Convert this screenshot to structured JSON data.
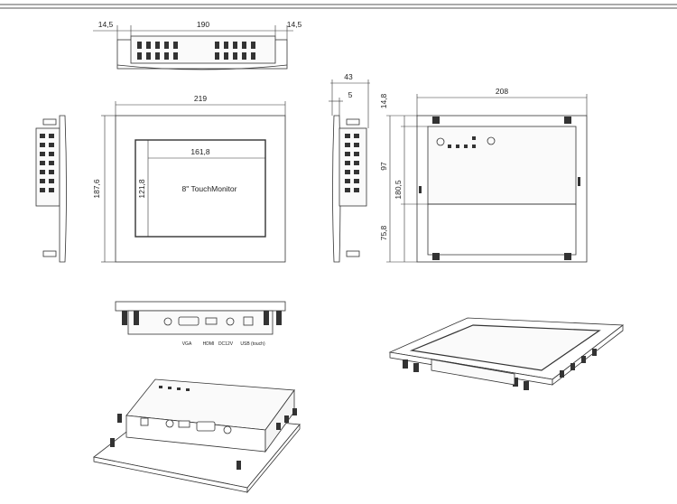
{
  "dimensions": {
    "top_left_margin": "14,5",
    "top_width": "190",
    "top_right_margin": "14,5",
    "front_width": "219",
    "front_height": "187,6",
    "screen_width": "161,8",
    "screen_height": "121,8",
    "side_depth": "43",
    "side_bezel": "5",
    "rear_width": "208",
    "rear_top": "14,8",
    "rear_mid": "97",
    "rear_height": "180,5",
    "rear_lower": "75,8"
  },
  "labels": {
    "screen_label": "8\" TouchMonitor",
    "port_vga": "VGA",
    "port_hdmi": "HDMI",
    "port_dc": "DC12V",
    "port_usb": "USB (touch)"
  },
  "colors": {
    "line": "#333333",
    "header_rule": "#555555"
  }
}
